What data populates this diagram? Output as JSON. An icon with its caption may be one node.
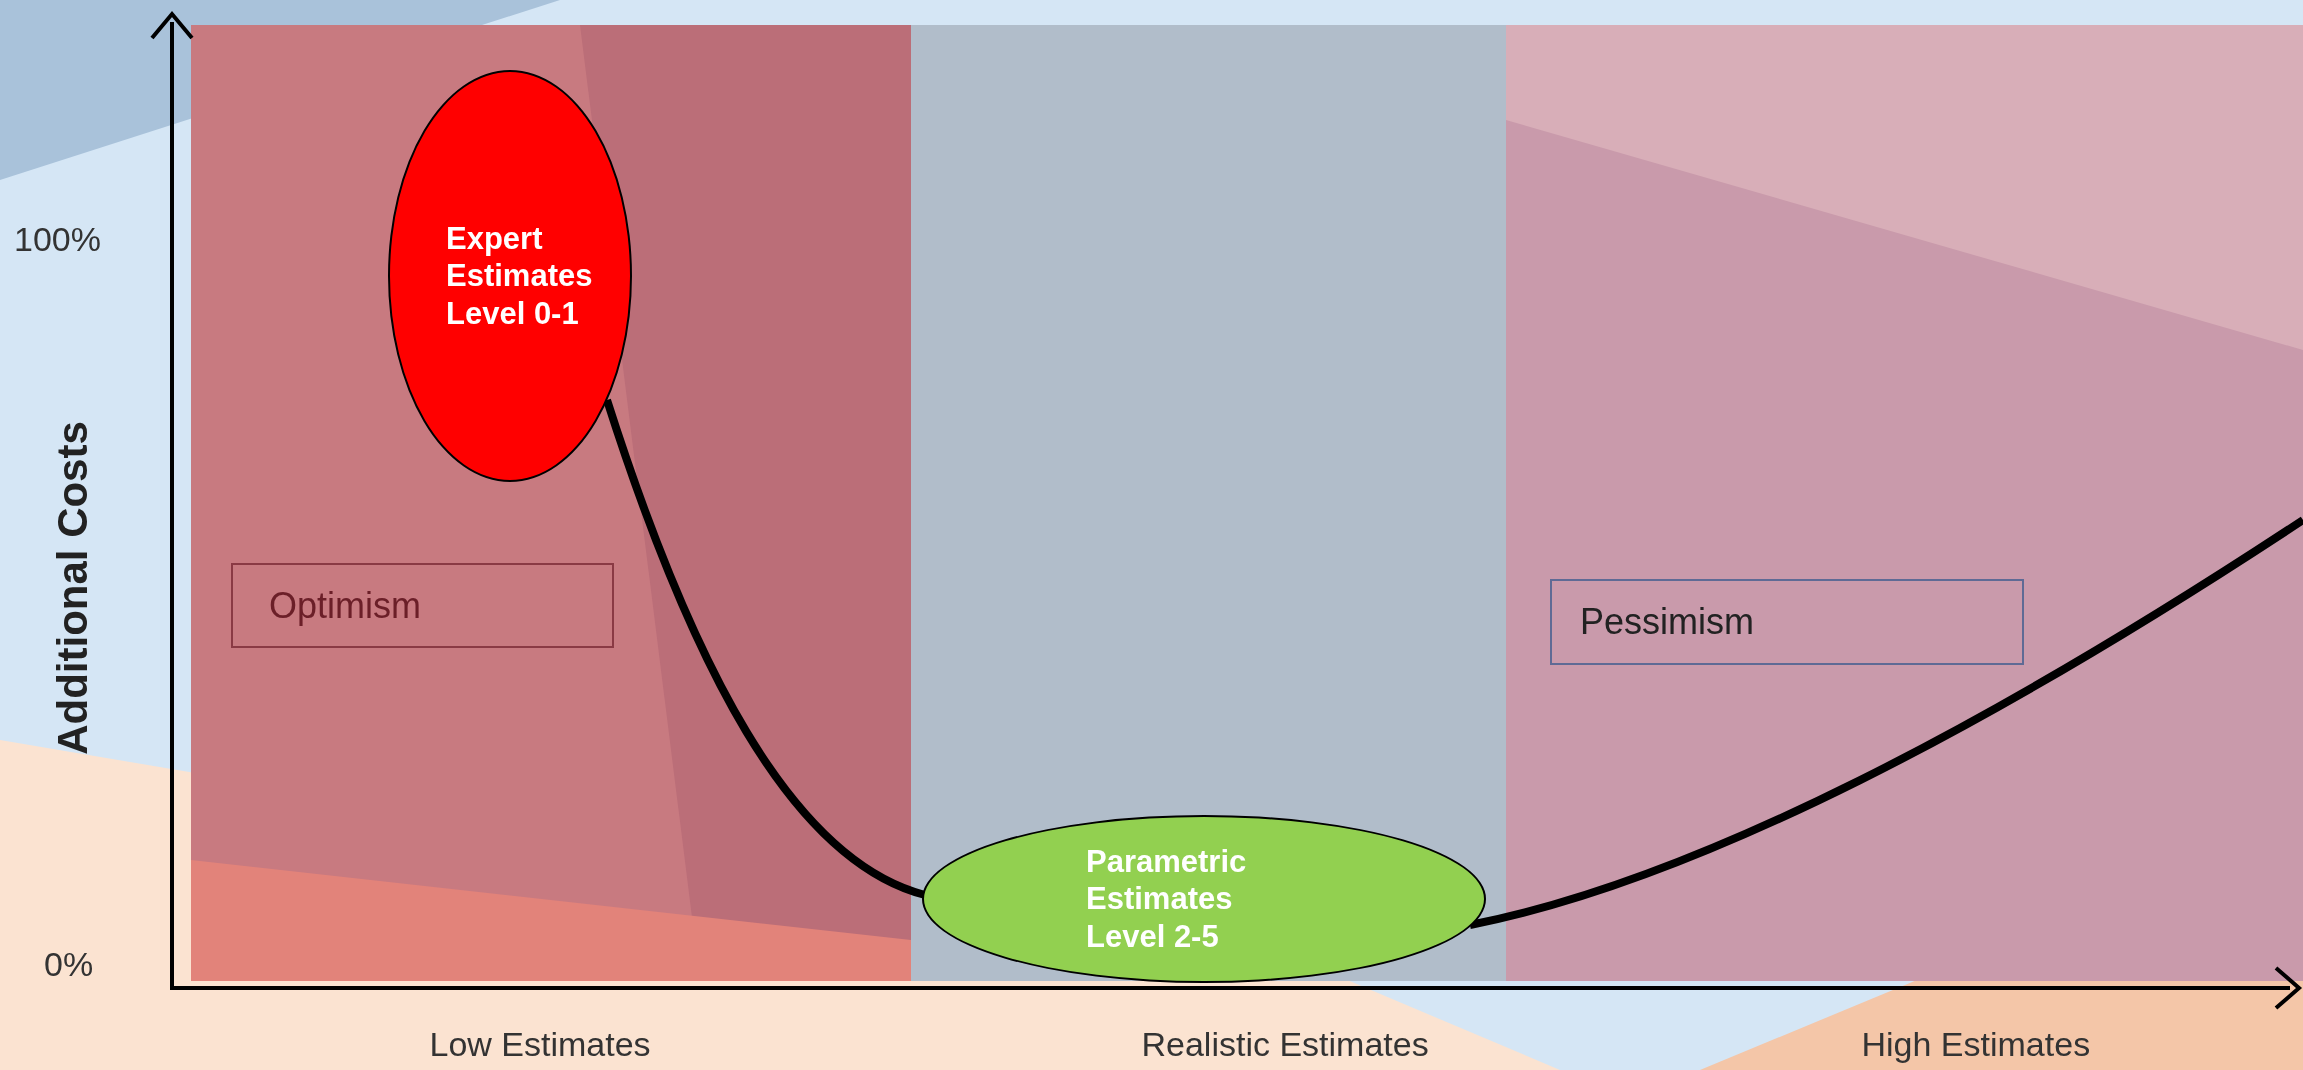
{
  "diagram": {
    "nodes": [
      {
        "text": [
          "Expert Estimates Level 0-1"
        ]
      },
      {
        "text": [
          "Optimism"
        ]
      },
      {
        "text": [
          "Pessimism"
        ]
      },
      {
        "text": [
          "Parametric Estimates Level 2-5"
        ]
      }
    ],
    "edges": [
      {
        "from": 0,
        "to": 3,
        "arrow": "none"
      },
      {
        "from": 3,
        "to": null,
        "arrow": "none"
      }
    ],
    "labels": [
      "100%",
      "Additional Costs",
      "0%",
      "Low Estimates",
      "Realistic Estimates",
      "High Estimates"
    ]
  }
}
